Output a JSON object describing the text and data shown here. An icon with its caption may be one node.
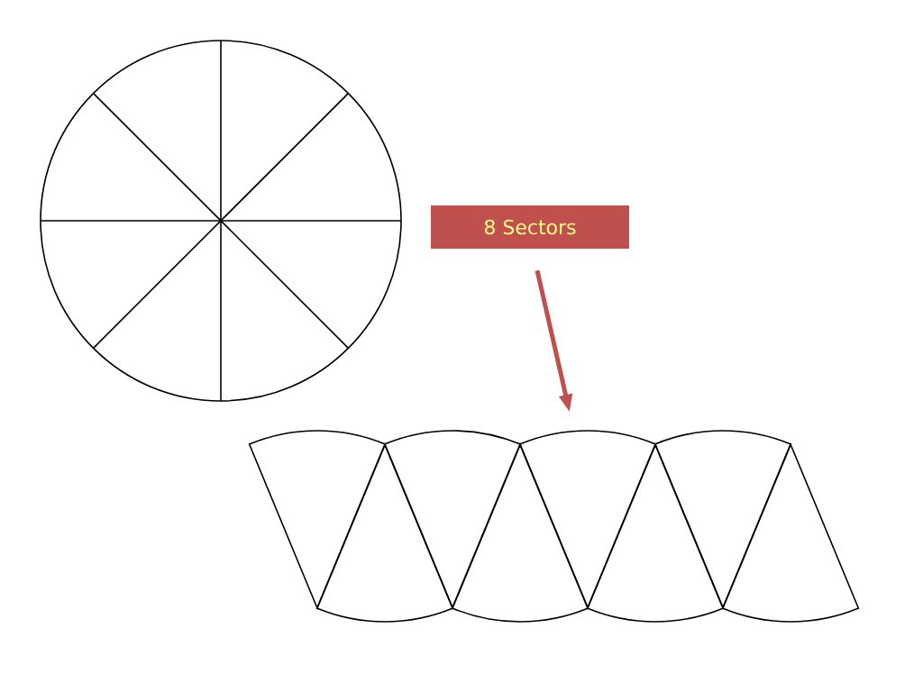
{
  "diagram": {
    "nodes": [
      {
        "text": [
          "8 Sectors"
        ]
      },
      {
        "text": [],
        "shape": "picture"
      }
    ],
    "edges": [
      {
        "from": 0,
        "to": 1,
        "arrow": "to",
        "color": "#c0504d"
      }
    ]
  }
}
